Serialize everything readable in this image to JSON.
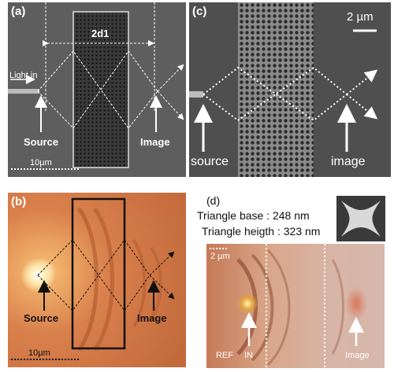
{
  "panels": {
    "a": {
      "label": "(a)",
      "dimension": "2d1",
      "input_label": "Light in",
      "source_label": "Source",
      "image_label": "Image",
      "scale_label": "10µm"
    },
    "b": {
      "label": "(b)",
      "source_label": "Source",
      "image_label": "Image",
      "scale_label": "10µm"
    },
    "c": {
      "label": "(c)",
      "scale_label": "2 µm",
      "source_label": "source",
      "image_label": "image"
    },
    "d": {
      "label": "(d)",
      "triangle_base": "Triangle base : 248 nm",
      "triangle_height": "Triangle heigth : 323 nm",
      "scale_label": "2 µm",
      "ref_label": "REF",
      "in_label": "IN",
      "image_label": "Image"
    }
  },
  "colors": {
    "sem_background": "#5e5e5e",
    "field_orange": "#d9804c",
    "arrow": "#ffffff"
  }
}
